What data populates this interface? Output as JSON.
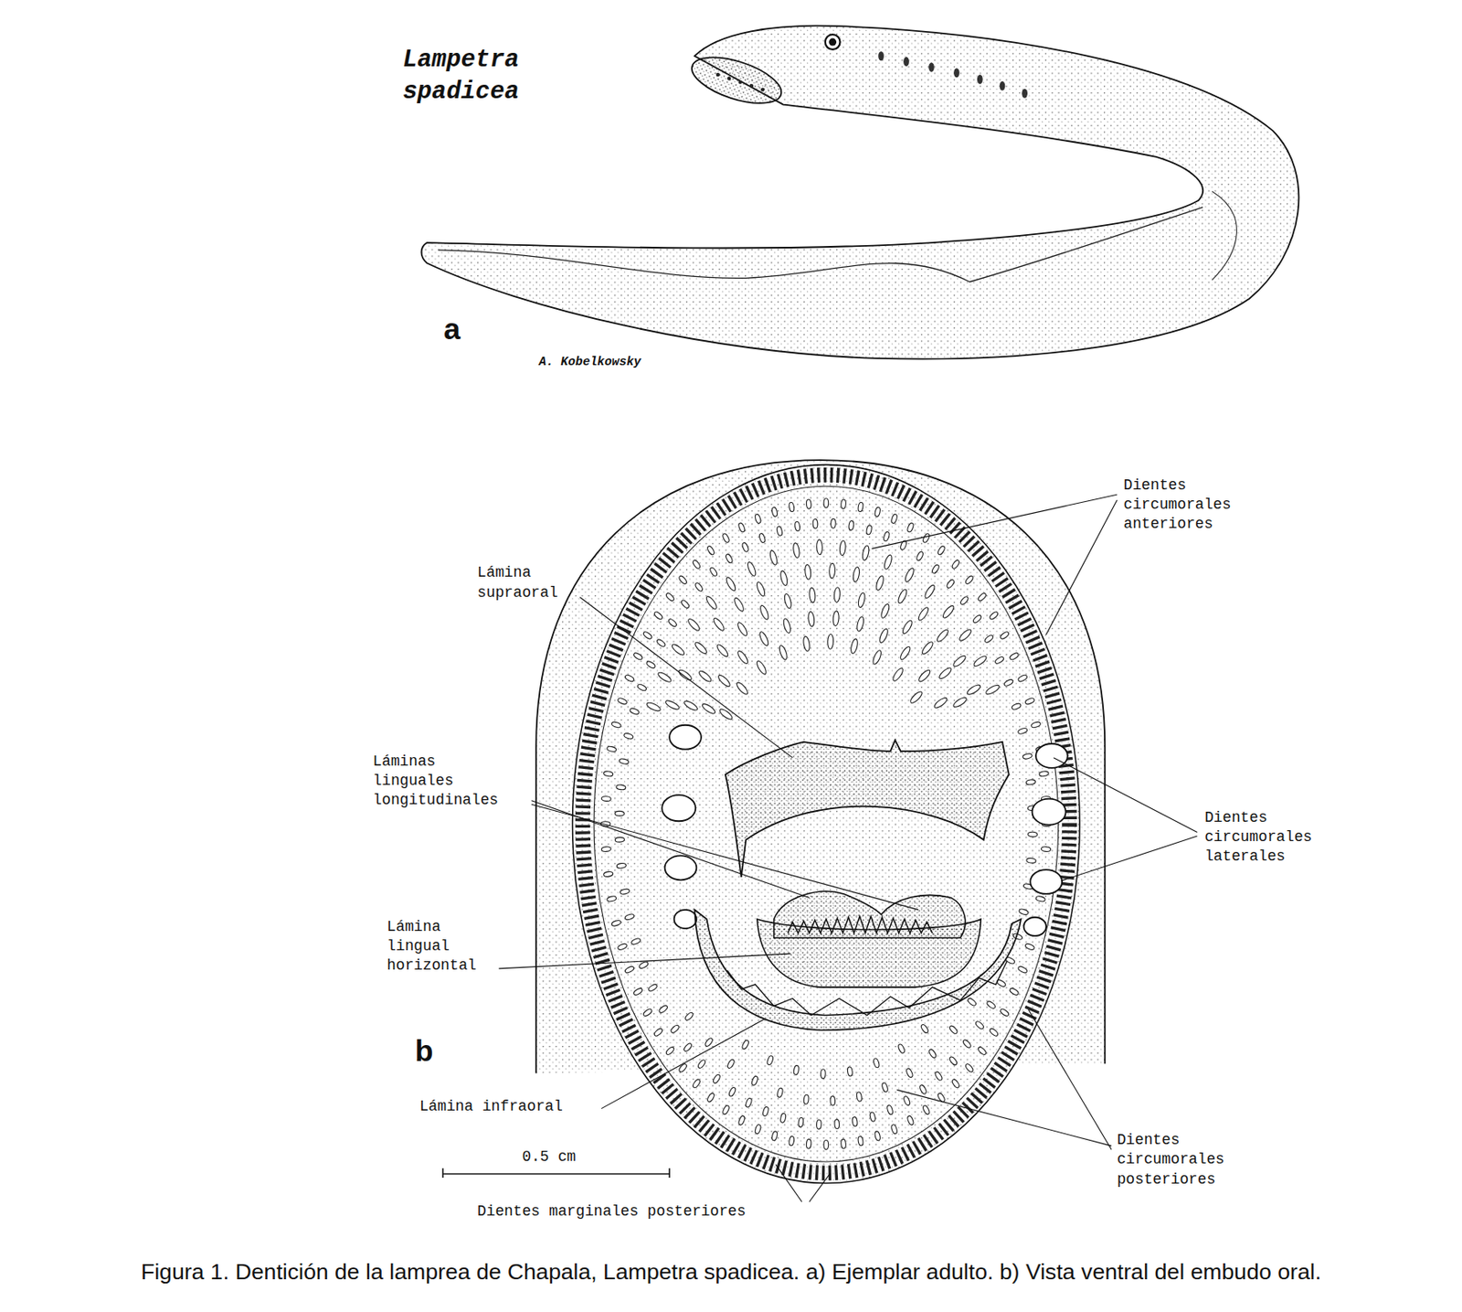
{
  "diagram": {
    "title": "Lampetra spadicea",
    "caption": "Figura 1. Dentición de la lamprea de Chapala, Lampetra spadicea. a) Ejemplar adulto. b) Vista ventral del embudo oral.",
    "labels": [
      "a",
      "A. Kobelkowsky",
      "Dientes circumorales anteriores",
      "Lámina supraoral",
      "Láminas linguales longitudinales",
      "Dientes circumorales laterales",
      "Lámina lingual horizontal",
      "b",
      "Lámina infraoral",
      "Dientes circumorales posteriores",
      "0.5 cm",
      "Dientes marginales posteriores"
    ]
  }
}
